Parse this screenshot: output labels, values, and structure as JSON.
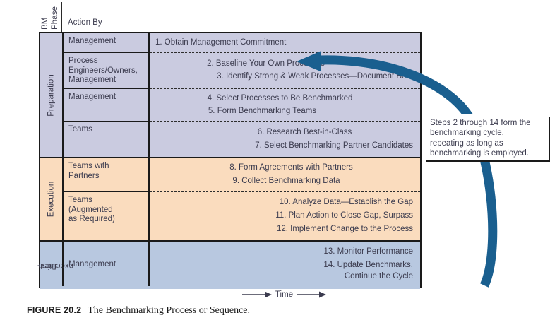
{
  "header": {
    "phase_label_line1": "BM",
    "phase_label_line2": "Phase",
    "action_by": "Action By"
  },
  "phases": [
    {
      "name": "Preparation",
      "color": "#cacbe0"
    },
    {
      "name": "Execution",
      "color": "#fadcbe"
    },
    {
      "name": "Post-\nexecution",
      "post_line1": "Post-",
      "post_line2": "execution",
      "color": "#b8c8e0"
    }
  ],
  "actors": {
    "prep_1": "Management",
    "prep_2": "Process\nEngineers/Owners,\nManagement",
    "prep_2_l1": "Process",
    "prep_2_l2": "Engineers/Owners,",
    "prep_2_l3": "Management",
    "prep_3": "Management",
    "prep_4": "Teams",
    "exec_1_l1": "Teams with",
    "exec_1_l2": "Partners",
    "exec_2_l1": "Teams",
    "exec_2_l2": "(Augmented",
    "exec_2_l3": "as Required)",
    "post_1": "Management"
  },
  "steps": {
    "g1": [
      "1. Obtain Management Commitment"
    ],
    "g2": [
      "2. Baseline Your Own Processes",
      "3. Identify Strong & Weak Processes—Document Both"
    ],
    "g3": [
      "4. Select Processes to Be Benchmarked",
      "5. Form Benchmarking Teams"
    ],
    "g4": [
      "6. Research Best-in-Class",
      "7. Select Benchmarking Partner Candidates"
    ],
    "g5": [
      "8. Form Agreements with Partners",
      "9. Collect Benchmarking Data"
    ],
    "g6": [
      "10. Analyze Data—Establish the Gap",
      "11. Plan Action to Close Gap, Surpass",
      "12. Implement Change to the Process"
    ],
    "g7": [
      "13. Monitor Performance",
      "14. Update Benchmarks,",
      "Continue the Cycle"
    ]
  },
  "callout": {
    "line1": "Steps 2 through 14 form the",
    "line2": "benchmarking cycle,",
    "line3": "repeating as long as",
    "line4": "benchmarking is employed."
  },
  "time_axis": {
    "label": "Time"
  },
  "caption": {
    "figure_number": "FIGURE 20.2",
    "text": "The Benchmarking Process or Sequence."
  },
  "colors": {
    "arrow": "#1a5f8f",
    "border": "#1a1a1a",
    "text": "#3b3b4e",
    "preparation": "#cacbe0",
    "execution": "#fadcbe",
    "post_execution": "#b8c8e0"
  }
}
